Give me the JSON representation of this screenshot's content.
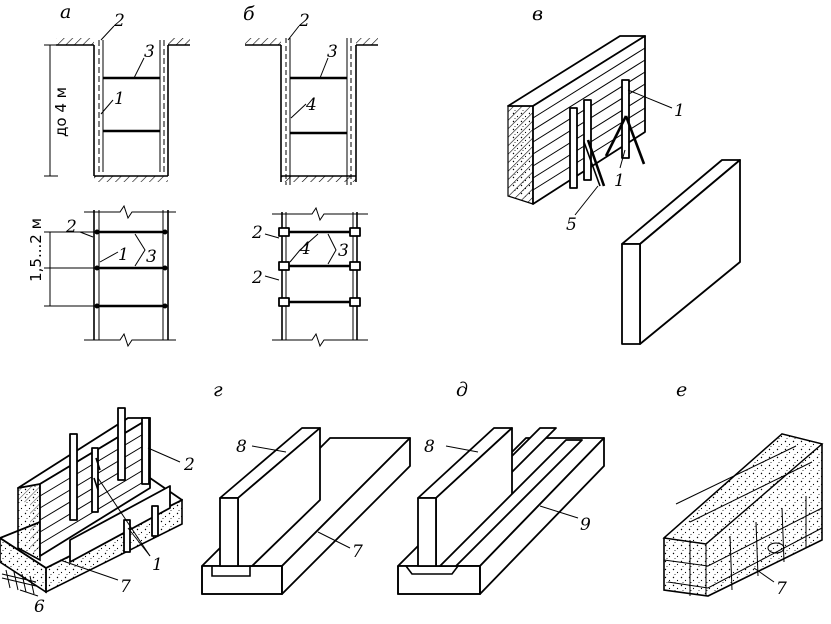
{
  "panel_letters": {
    "a": "а",
    "b": "б",
    "v": "в",
    "g": "г",
    "d": "д",
    "e": "е"
  },
  "dimensions": {
    "depth": "до 4 м",
    "spacing": "1,5...2 м"
  },
  "callouts": {
    "n1": "1",
    "n2": "2",
    "n3": "3",
    "n4": "4",
    "n5": "5",
    "n6": "6",
    "n7": "7",
    "n8": "8",
    "n9": "9"
  }
}
